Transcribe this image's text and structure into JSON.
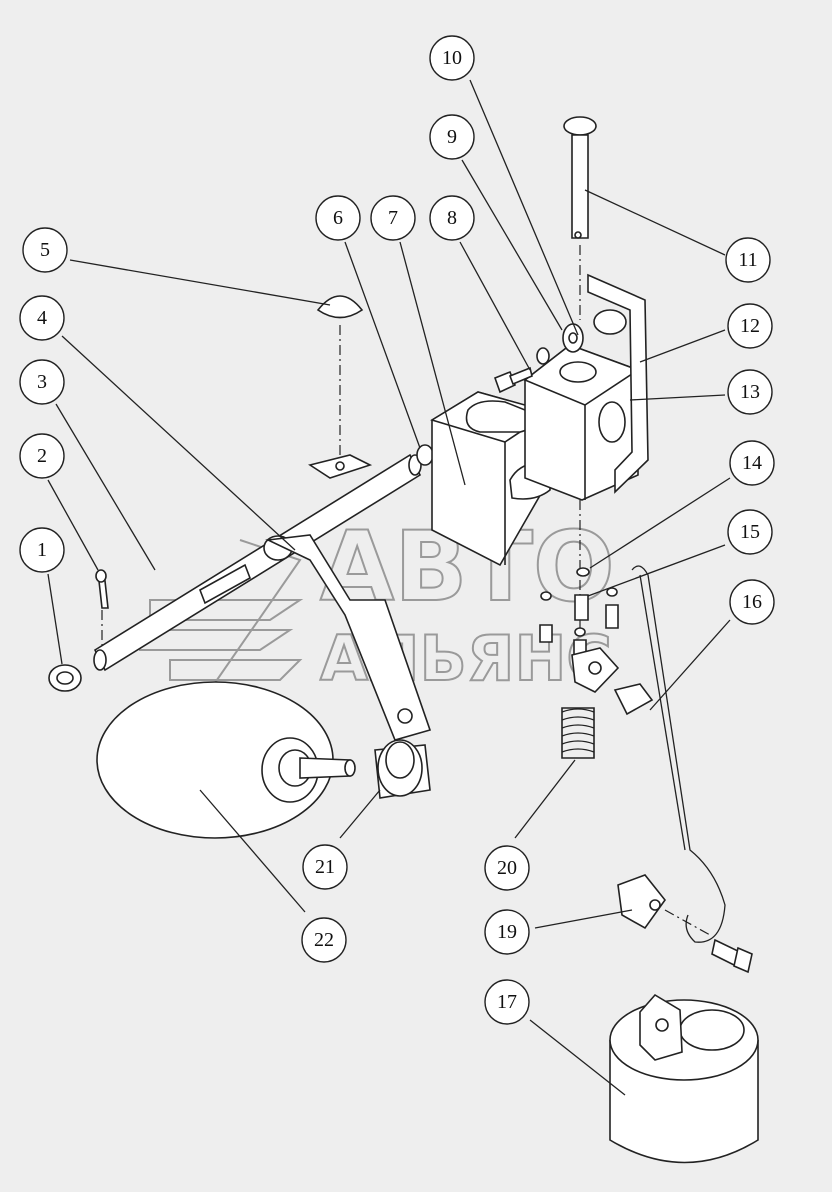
{
  "watermark": {
    "line1": "АВТО",
    "line2": "АЛЬЯНС"
  },
  "callouts": [
    {
      "id": "1",
      "label": "1"
    },
    {
      "id": "2",
      "label": "2"
    },
    {
      "id": "3",
      "label": "3"
    },
    {
      "id": "4",
      "label": "4"
    },
    {
      "id": "5",
      "label": "5"
    },
    {
      "id": "6",
      "label": "6"
    },
    {
      "id": "7",
      "label": "7"
    },
    {
      "id": "8",
      "label": "8"
    },
    {
      "id": "9",
      "label": "9"
    },
    {
      "id": "10",
      "label": "10"
    },
    {
      "id": "11",
      "label": "11"
    },
    {
      "id": "12",
      "label": "12"
    },
    {
      "id": "13",
      "label": "13"
    },
    {
      "id": "14",
      "label": "14"
    },
    {
      "id": "15",
      "label": "15"
    },
    {
      "id": "16",
      "label": "16"
    },
    {
      "id": "17",
      "label": "17"
    },
    {
      "id": "19",
      "label": "19"
    },
    {
      "id": "20",
      "label": "20"
    },
    {
      "id": "21",
      "label": "21"
    },
    {
      "id": "22",
      "label": "22"
    }
  ]
}
